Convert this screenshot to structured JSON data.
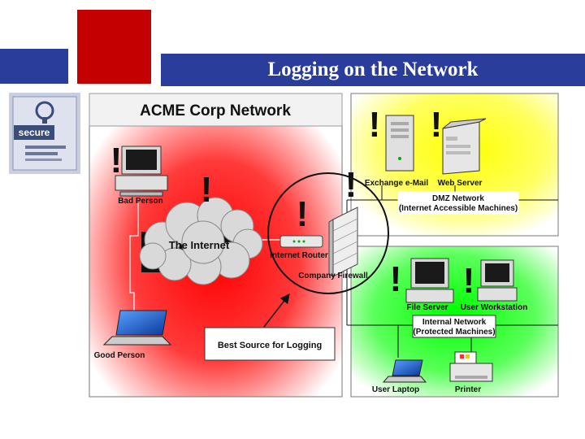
{
  "slide": {
    "title": "Logging on the Network",
    "badge_text": "secure",
    "colors": {
      "header_blue": "#2a3d9a",
      "header_red": "#c40000"
    }
  },
  "diagram": {
    "title": "ACME Corp Network",
    "nodes": {
      "bad_person": "Bad Person",
      "internet": "The Internet",
      "internet_router": "Internet Router",
      "company_firewall": "Company Firewall",
      "good_person": "Good Person",
      "exchange_mail": "Exchange e-Mail",
      "web_server": "Web Server",
      "file_server": "File Server",
      "user_workstation": "User Workstation",
      "user_laptop": "User Laptop",
      "printer": "Printer"
    },
    "zones": {
      "dmz_line1": "DMZ Network",
      "dmz_line2": "(Internet Accessible Machines)",
      "internal_line1": "Internal Network",
      "internal_line2": "(Protected Machines)"
    },
    "callout": "Best Source for Logging",
    "alert_symbol": "!",
    "zone_colors": {
      "external": "#ff2020",
      "dmz": "#ffff30",
      "internal": "#30ff30"
    }
  }
}
